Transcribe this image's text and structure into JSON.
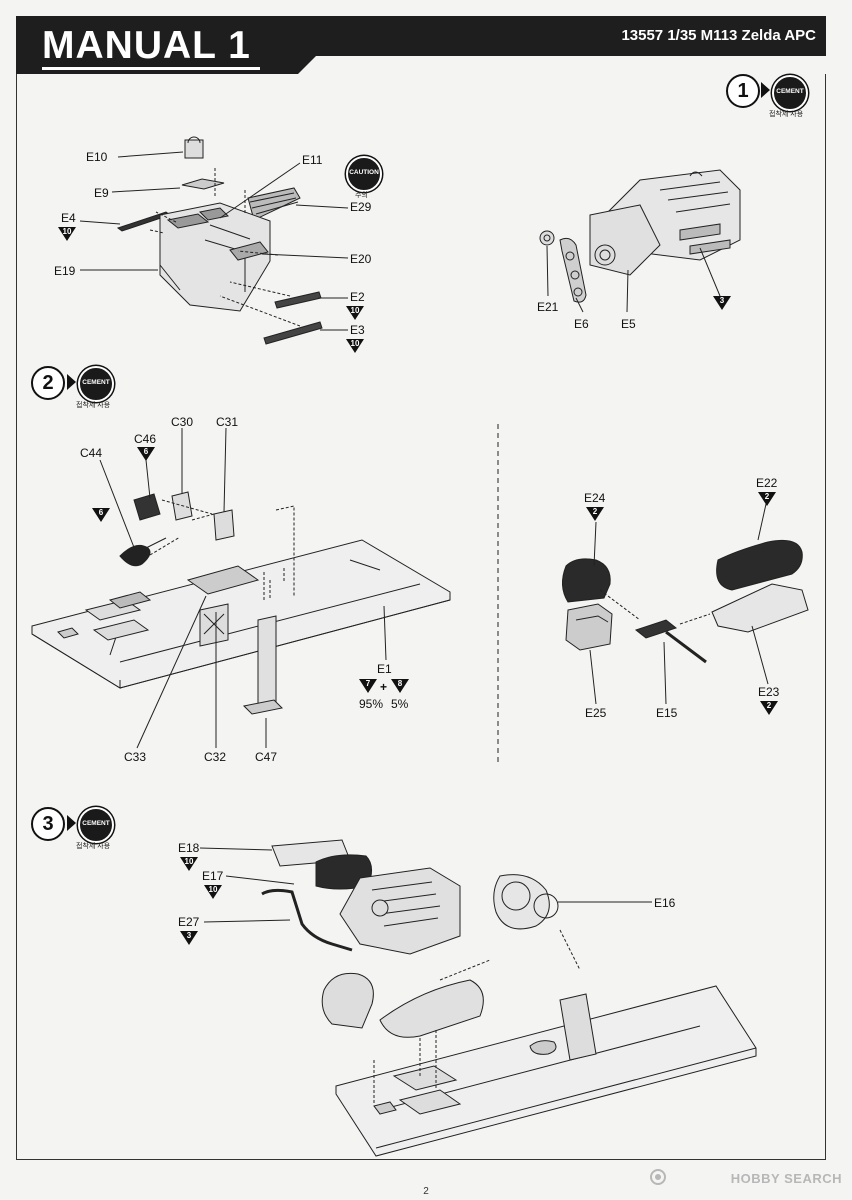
{
  "header": {
    "title": "MANUAL 1",
    "product": "13557 1/35 M113 Zelda APC"
  },
  "badges": {
    "cement_label": "CEMENT",
    "cement_caption": "접착제 사용",
    "caution_label": "CAUTION",
    "caution_caption": "주의"
  },
  "steps": [
    {
      "number": "1",
      "labels": {
        "e10": "E10",
        "e11": "E11",
        "e9": "E9",
        "e4": "E4",
        "e29": "E29",
        "e19": "E19",
        "e20": "E20",
        "e2": "E2",
        "e3": "E3",
        "e21": "E21",
        "e6": "E6",
        "e5": "E5"
      },
      "quantities": {
        "e4": "10",
        "e2": "10",
        "e3": "10",
        "sub": "3"
      }
    },
    {
      "number": "2",
      "labels": {
        "c30": "C30",
        "c31": "C31",
        "c46": "C46",
        "c44": "C44",
        "e1": "E1",
        "c33": "C33",
        "c32": "C32",
        "c47": "C47",
        "e24": "E24",
        "e22": "E22",
        "e25": "E25",
        "e15": "E15",
        "e23": "E23"
      },
      "quantities": {
        "c46": "6",
        "c44": "6",
        "e24": "2",
        "e22": "2",
        "e23": "2"
      },
      "mix": {
        "a": "7",
        "b": "8",
        "plus": "+",
        "pct_a": "95%",
        "pct_b": "5%"
      }
    },
    {
      "number": "3",
      "labels": {
        "e18": "E18",
        "e17": "E17",
        "e27": "E27",
        "e16": "E16"
      },
      "quantities": {
        "e18": "10",
        "e17": "10",
        "e27": "3"
      }
    }
  ],
  "footer": {
    "page_number": "2",
    "watermark": "HOBBY SEARCH"
  }
}
